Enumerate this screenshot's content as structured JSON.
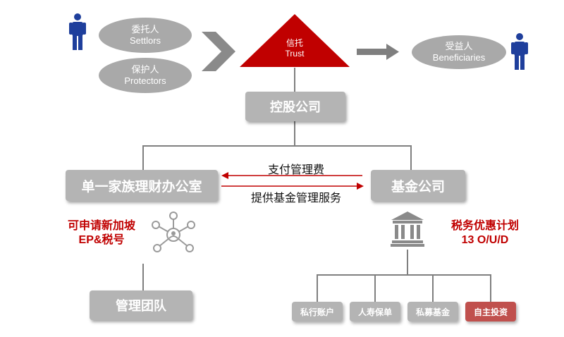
{
  "top": {
    "settlors": {
      "zh": "委托人",
      "en": "Settlors"
    },
    "protectors": {
      "zh": "保护人",
      "en": "Protectors"
    },
    "trust": {
      "zh": "信托",
      "en": "Trust"
    },
    "beneficiaries": {
      "zh": "受益人",
      "en": "Beneficiaries"
    }
  },
  "holding_company": "控股公司",
  "family_office": "单一家族理财办公室",
  "fund_company": "基金公司",
  "arrow_top_label": "支付管理费",
  "arrow_bottom_label": "提供基金管理服务",
  "left_note": {
    "line1": "可申请新加坡",
    "line2": "EP&税号"
  },
  "right_note": {
    "line1": "税务优惠计划",
    "line2": "13 O/U/D"
  },
  "management_team": "管理团队",
  "services": [
    "私行账户",
    "人寿保单",
    "私募基金",
    "自主投资"
  ],
  "colors": {
    "accent_red": "#c00000",
    "gray_box": "#b4b4b4",
    "ellipse": "#a9a9a9",
    "person_blue": "#1f3f9c",
    "arrow_gray": "#7f7f7f"
  },
  "icons": [
    "person-icon",
    "network-icon",
    "bank-icon"
  ]
}
